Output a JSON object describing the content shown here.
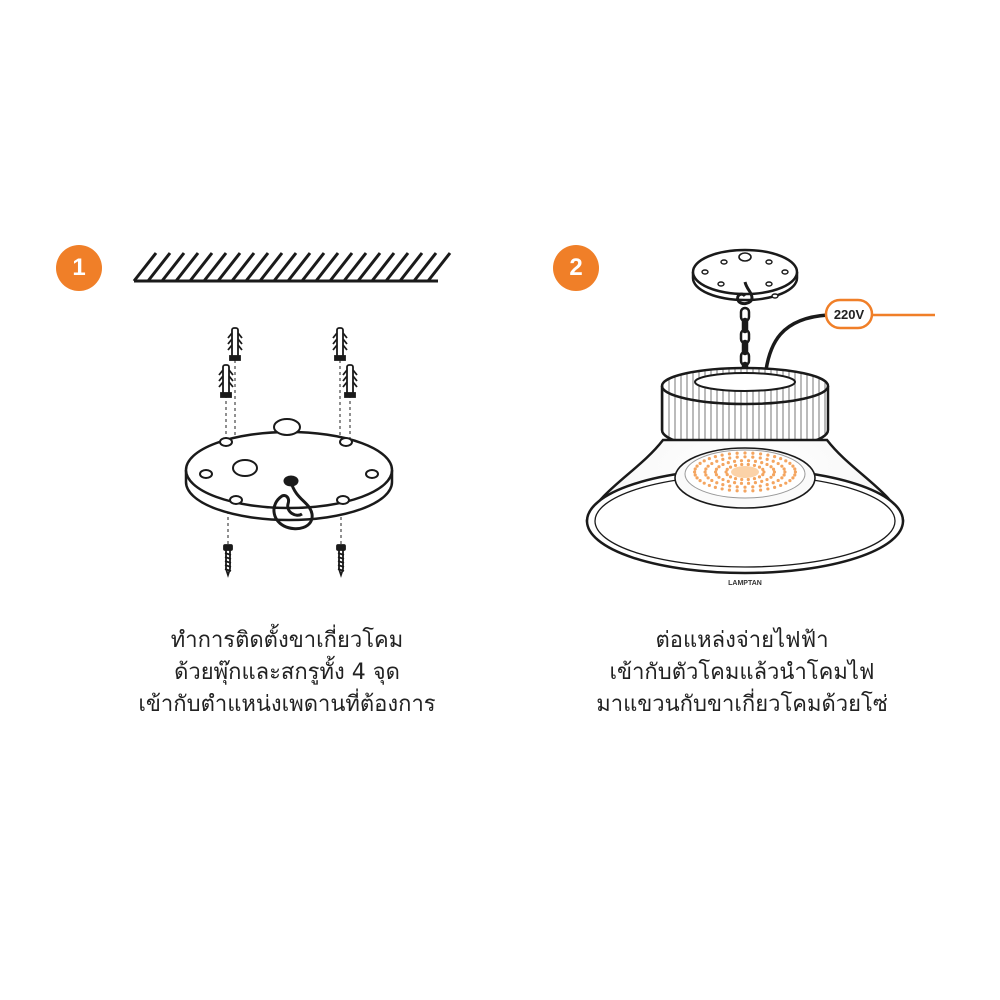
{
  "steps": [
    {
      "number": "1",
      "caption": [
        "ทำการติดตั้งขาเกี่ยวโคม",
        "ด้วยพุ๊กและสกรูทั้ง 4 จุด",
        "เข้ากับตำแหน่งเพดานที่ต้องการ"
      ]
    },
    {
      "number": "2",
      "caption": [
        "ต่อแหล่งจ่ายไฟฟ้า",
        "เข้ากับตัวโคมแล้วนำโคมไฟ",
        "มาแขวนกับขาเกี่ยวโคมด้วยโซ่"
      ]
    }
  ],
  "voltage_label": "220V",
  "brand_label": "LAMPTAN",
  "colors": {
    "accent": "#f07f28",
    "line": "#1a1a1a",
    "led": "#f4a560"
  },
  "icons": [
    "ceiling-hatch-icon",
    "mounting-plate-icon",
    "wall-anchor-icon",
    "screw-icon",
    "hook-icon",
    "chain-icon",
    "power-cable-icon",
    "high-bay-lamp-icon"
  ]
}
